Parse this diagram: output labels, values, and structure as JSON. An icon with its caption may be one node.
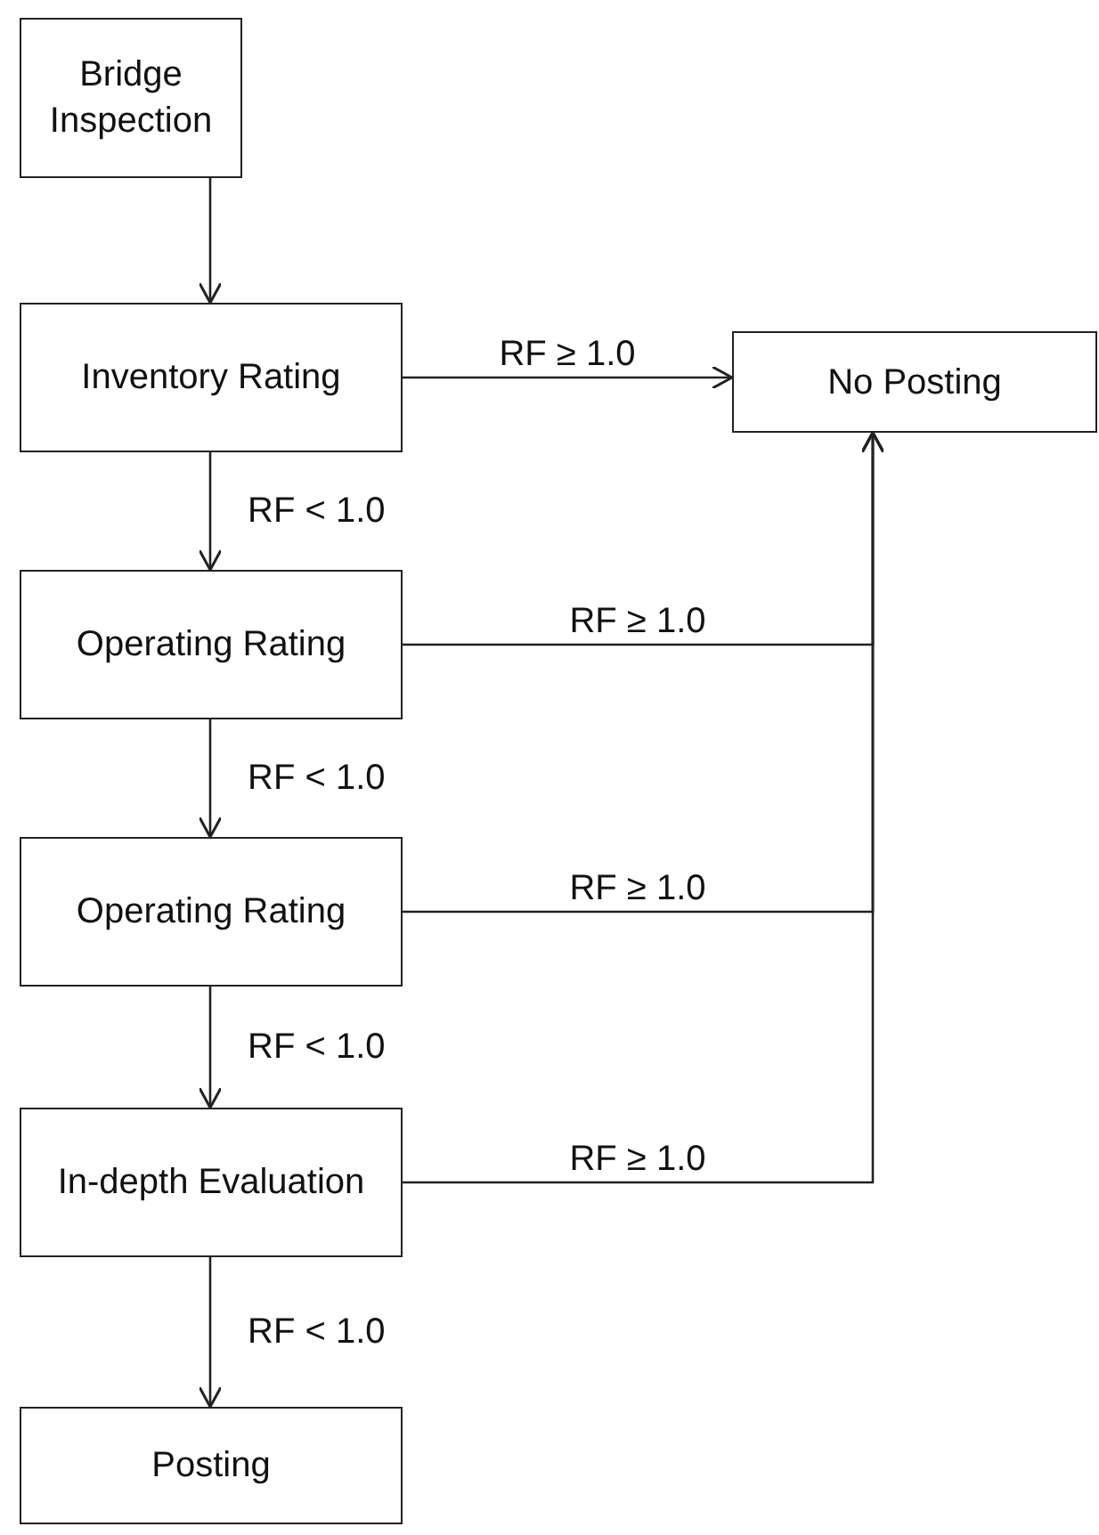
{
  "diagram": {
    "nodes": [
      {
        "text": [
          "Bridge Inspection"
        ]
      },
      {
        "text": [
          "Inventory Rating"
        ]
      },
      {
        "text": [
          "No Posting"
        ]
      },
      {
        "text": [
          "Operating Rating"
        ]
      },
      {
        "text": [
          "Operating Rating"
        ]
      },
      {
        "text": [
          "In-depth Evaluation"
        ]
      },
      {
        "text": [
          "Posting"
        ]
      }
    ],
    "edges": [
      {
        "from": 0,
        "to": 1,
        "arrow": "to"
      },
      {
        "from": 1,
        "to": 2,
        "arrow": "to",
        "label": "RF ≥ 1.0"
      },
      {
        "from": 1,
        "to": 3,
        "arrow": "to",
        "label": "RF < 1.0"
      },
      {
        "from": 3,
        "to": 2,
        "arrow": "to",
        "label": "RF ≥ 1.0"
      },
      {
        "from": 3,
        "to": 4,
        "arrow": "to",
        "label": "RF < 1.0"
      },
      {
        "from": 4,
        "to": 2,
        "arrow": "to",
        "label": "RF ≥ 1.0"
      },
      {
        "from": 4,
        "to": 5,
        "arrow": "to",
        "label": "RF < 1.0"
      },
      {
        "from": 5,
        "to": 2,
        "arrow": "to",
        "label": "RF ≥ 1.0"
      },
      {
        "from": 5,
        "to": 6,
        "arrow": "to",
        "label": "RF < 1.0"
      }
    ]
  }
}
